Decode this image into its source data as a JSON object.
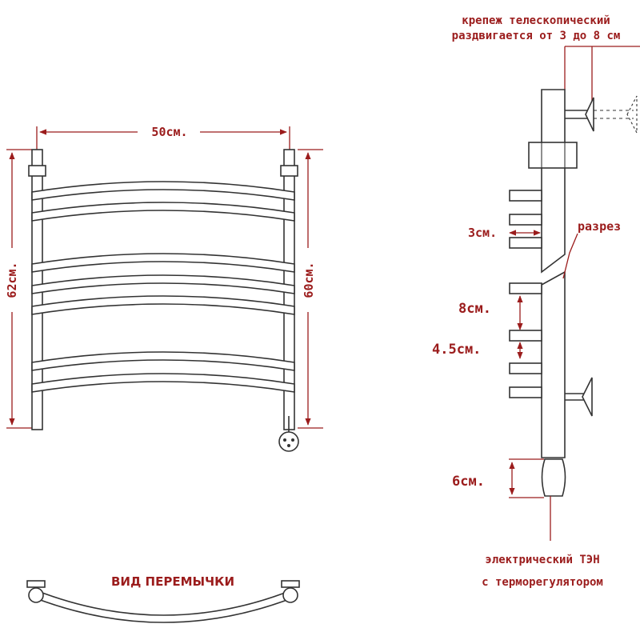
{
  "front_view": {
    "width_label": "50см.",
    "height_total_label": "62см.",
    "height_center_label": "60см."
  },
  "jumper_view": {
    "title": "ВИД ПЕРЕМЫЧКИ"
  },
  "side_view": {
    "mount_note_line1": "крепеж телескопический",
    "mount_note_line2": "раздвигается от 3 до 8 см",
    "cut_label": "разрез",
    "offset_label": "3см.",
    "spacing_large_label": "8см.",
    "spacing_small_label": "4.5см.",
    "heater_length_label": "6см.",
    "heater_note_line1": "электрический  ТЭН",
    "heater_note_line2": "с терморегулятором"
  },
  "colors": {
    "annotation": "#9b1c1c",
    "outline": "#333333"
  }
}
